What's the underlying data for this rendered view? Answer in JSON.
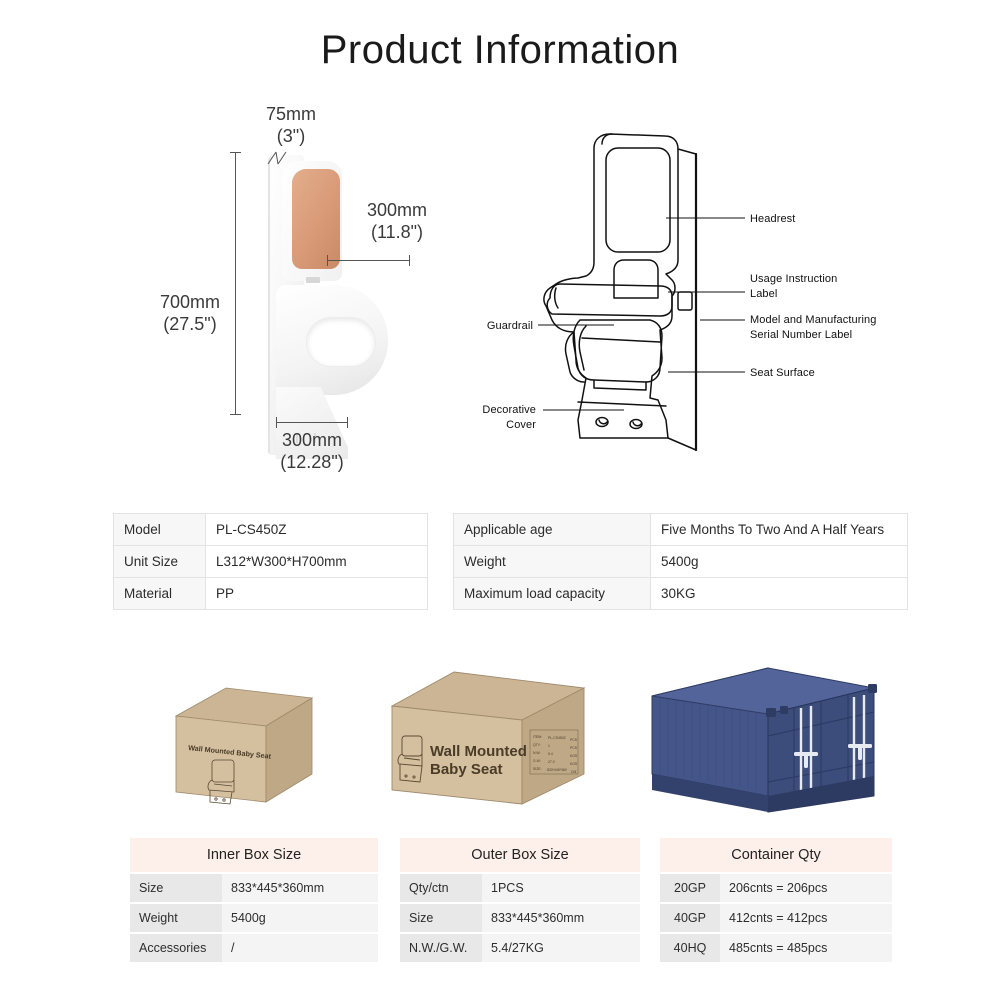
{
  "page": {
    "title": "Product Information"
  },
  "dimensions": {
    "depth_top": "75mm\n(3\")",
    "seat_depth": "300mm\n(11.8\")",
    "height": "700mm\n(27.5\")",
    "base_width": "300mm\n(12.28\")"
  },
  "callouts": {
    "headrest": "Headrest",
    "usage_label": "Usage Instruction\nLabel",
    "serial_label": "Model and Manufacturing\nSerial Number Label",
    "guardrail": "Guardrail",
    "seat_surface": "Seat Surface",
    "decorative_cover": "Decorative\nCover"
  },
  "spec_left": {
    "rows": [
      {
        "key": "Model",
        "value": "PL-CS450Z"
      },
      {
        "key": "Unit Size",
        "value": "L312*W300*H700mm"
      },
      {
        "key": "Material",
        "value": "PP"
      }
    ]
  },
  "spec_right": {
    "rows": [
      {
        "key": "Applicable age",
        "value": "Five Months To Two And A Half Years"
      },
      {
        "key": "Weight",
        "value": "5400g"
      },
      {
        "key": "Maximum load capacity",
        "value": "30KG"
      }
    ]
  },
  "packaging": {
    "inner_box_text": "Wall Mounted Baby Seat",
    "outer_box_text_line1": "Wall Mounted",
    "outer_box_text_line2": "Baby Seat"
  },
  "inner_box_table": {
    "header": "Inner Box Size",
    "rows": [
      {
        "key": "Size",
        "value": "833*445*360mm"
      },
      {
        "key": "Weight",
        "value": "5400g"
      },
      {
        "key": "Accessories",
        "value": "/"
      }
    ]
  },
  "outer_box_table": {
    "header": "Outer Box Size",
    "rows": [
      {
        "key": "Qty/ctn",
        "value": "1PCS"
      },
      {
        "key": "Size",
        "value": "833*445*360mm"
      },
      {
        "key": "N.W./G.W.",
        "value": "5.4/27KG"
      }
    ]
  },
  "container_table": {
    "header": "Container Qty",
    "rows": [
      {
        "key": "20GP",
        "value": "206cnts = 206pcs"
      },
      {
        "key": "40GP",
        "value": "412cnts = 412pcs"
      },
      {
        "key": "40HQ",
        "value": "485cnts = 485pcs"
      }
    ]
  },
  "colors": {
    "headrest_cushion": "#d99a77",
    "table_header_peach": "#fdf0ea",
    "container_blue": "#3c4d7b",
    "carton_brown": "#d4bf9f"
  }
}
